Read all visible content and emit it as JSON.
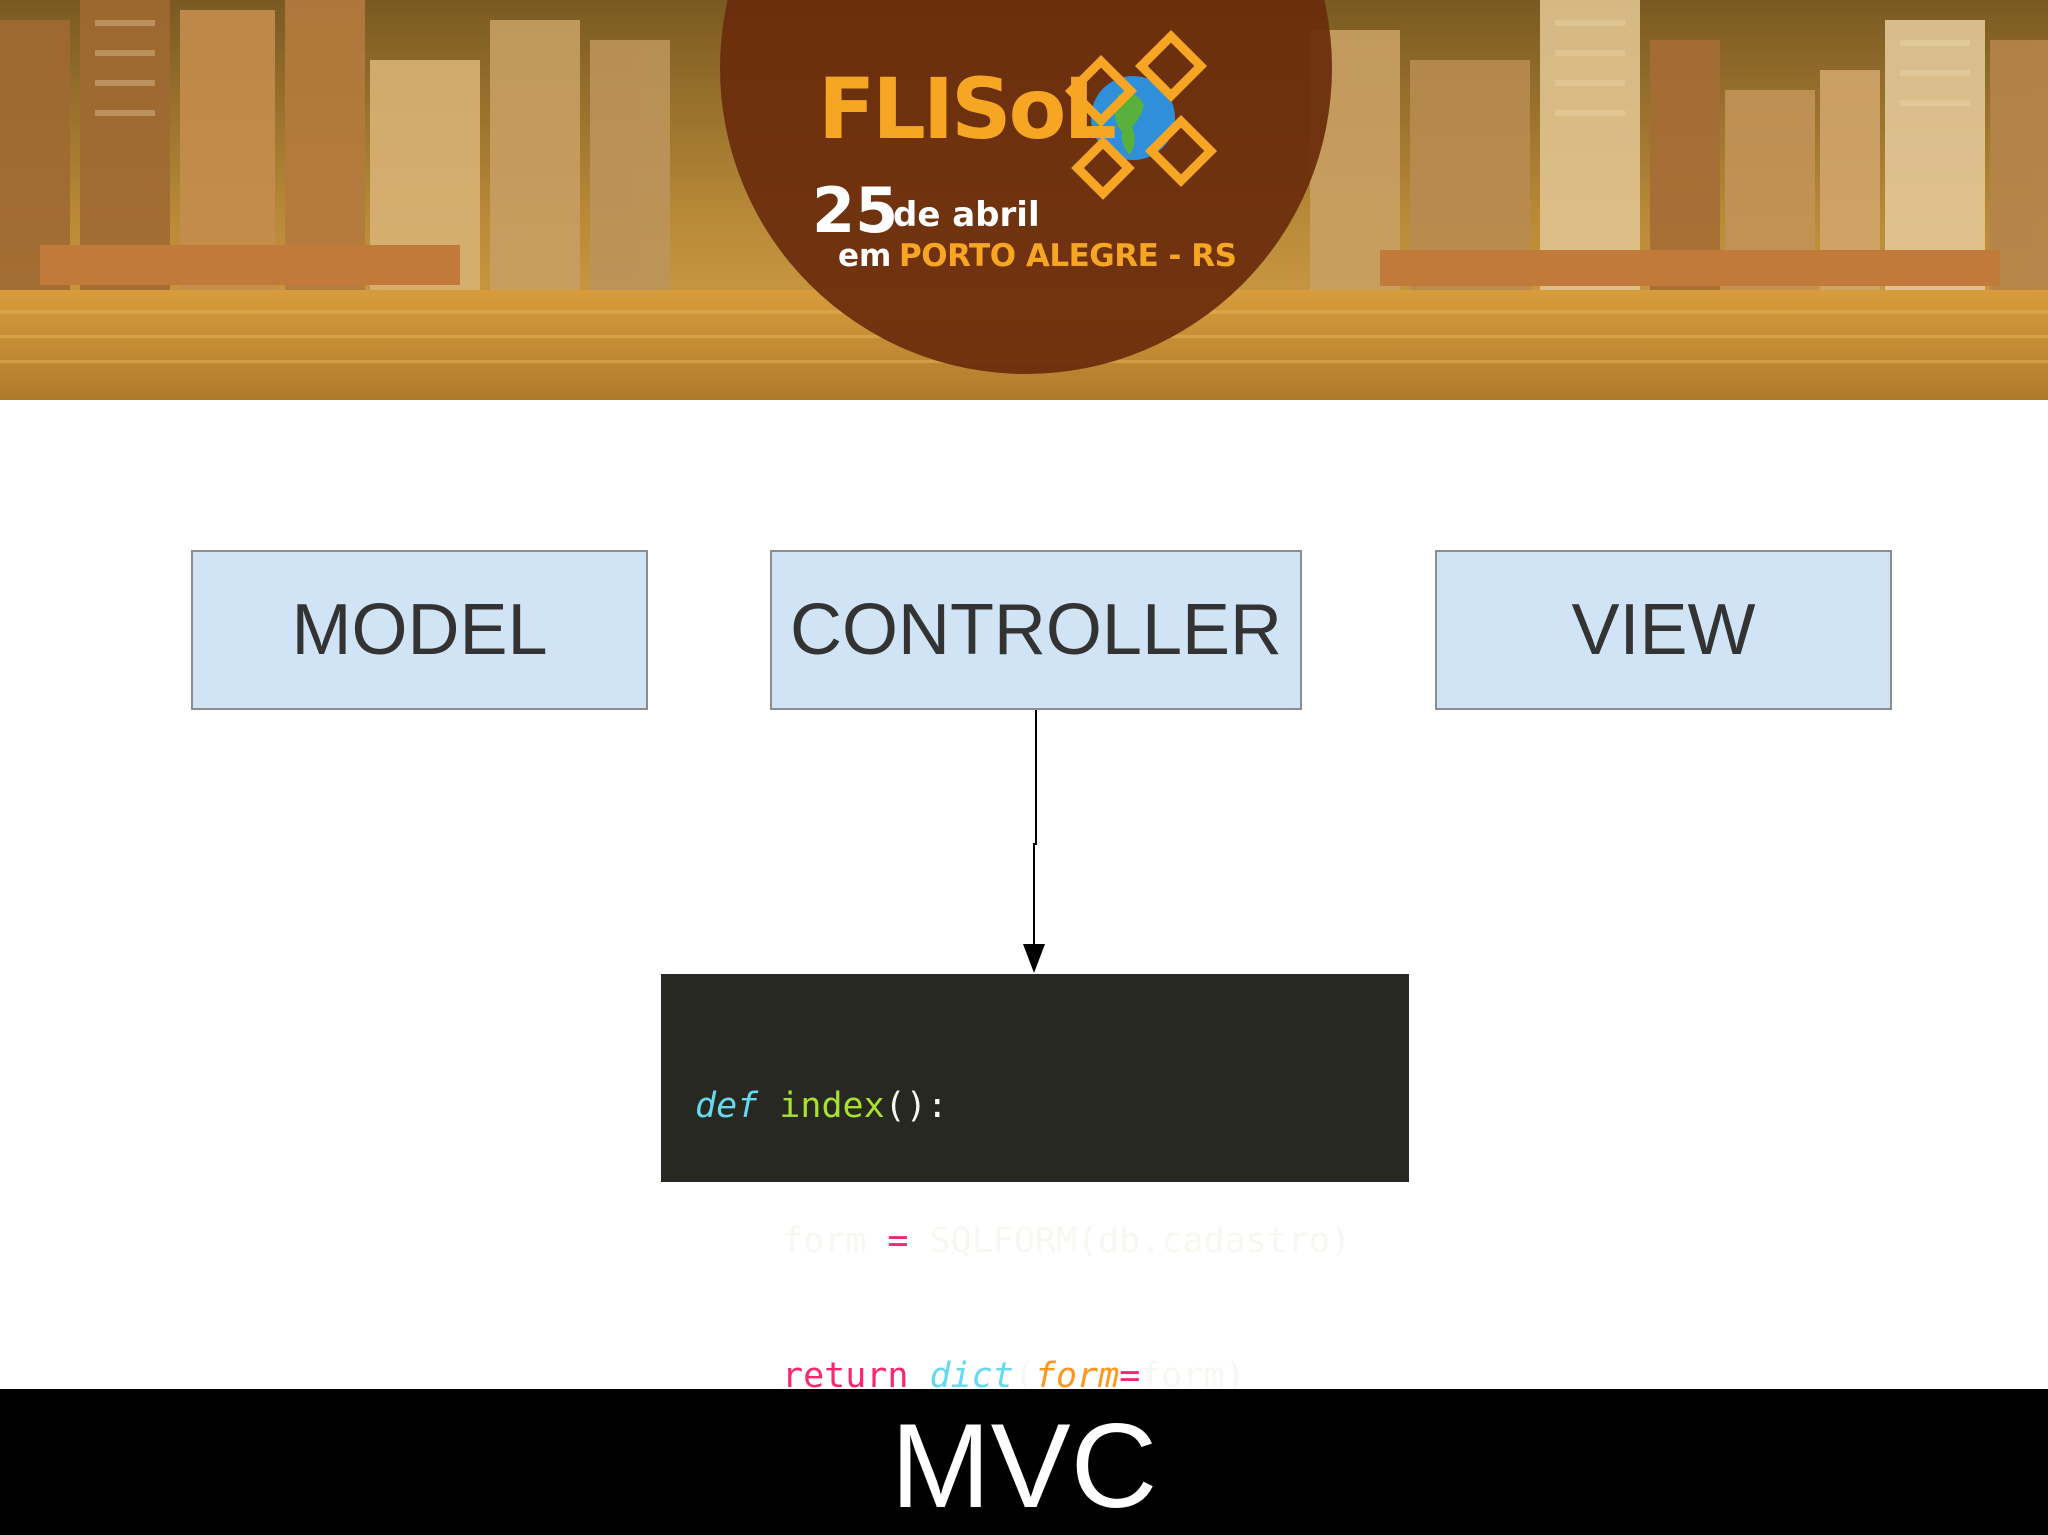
{
  "banner": {
    "logo_text": "FLISoL",
    "date_day": "25",
    "date_month": "de abril",
    "location_prefix": "em",
    "location": "PORTO ALEGRE - RS"
  },
  "diagram": {
    "boxes": {
      "model": "MODEL",
      "controller": "CONTROLLER",
      "view": "VIEW"
    }
  },
  "code": {
    "keyword_def": "def",
    "function_name": "index",
    "function_sig_rest": "():",
    "line2_var": "form",
    "line2_eq": "=",
    "line2_rest": "SQLFORM(db.cadastro)",
    "keyword_return": "return",
    "builtin_dict": "dict",
    "paren_open": "(",
    "arg_name": "form",
    "arg_eq": "=",
    "arg_value": "form",
    "paren_close": ")"
  },
  "footer": {
    "title": "MVC"
  },
  "colors": {
    "box_fill": "#d0e4f5",
    "code_bg": "#272822",
    "footer_bg": "#000000",
    "banner_circle": "#6b2c0c",
    "logo_orange": "#f6a623"
  }
}
